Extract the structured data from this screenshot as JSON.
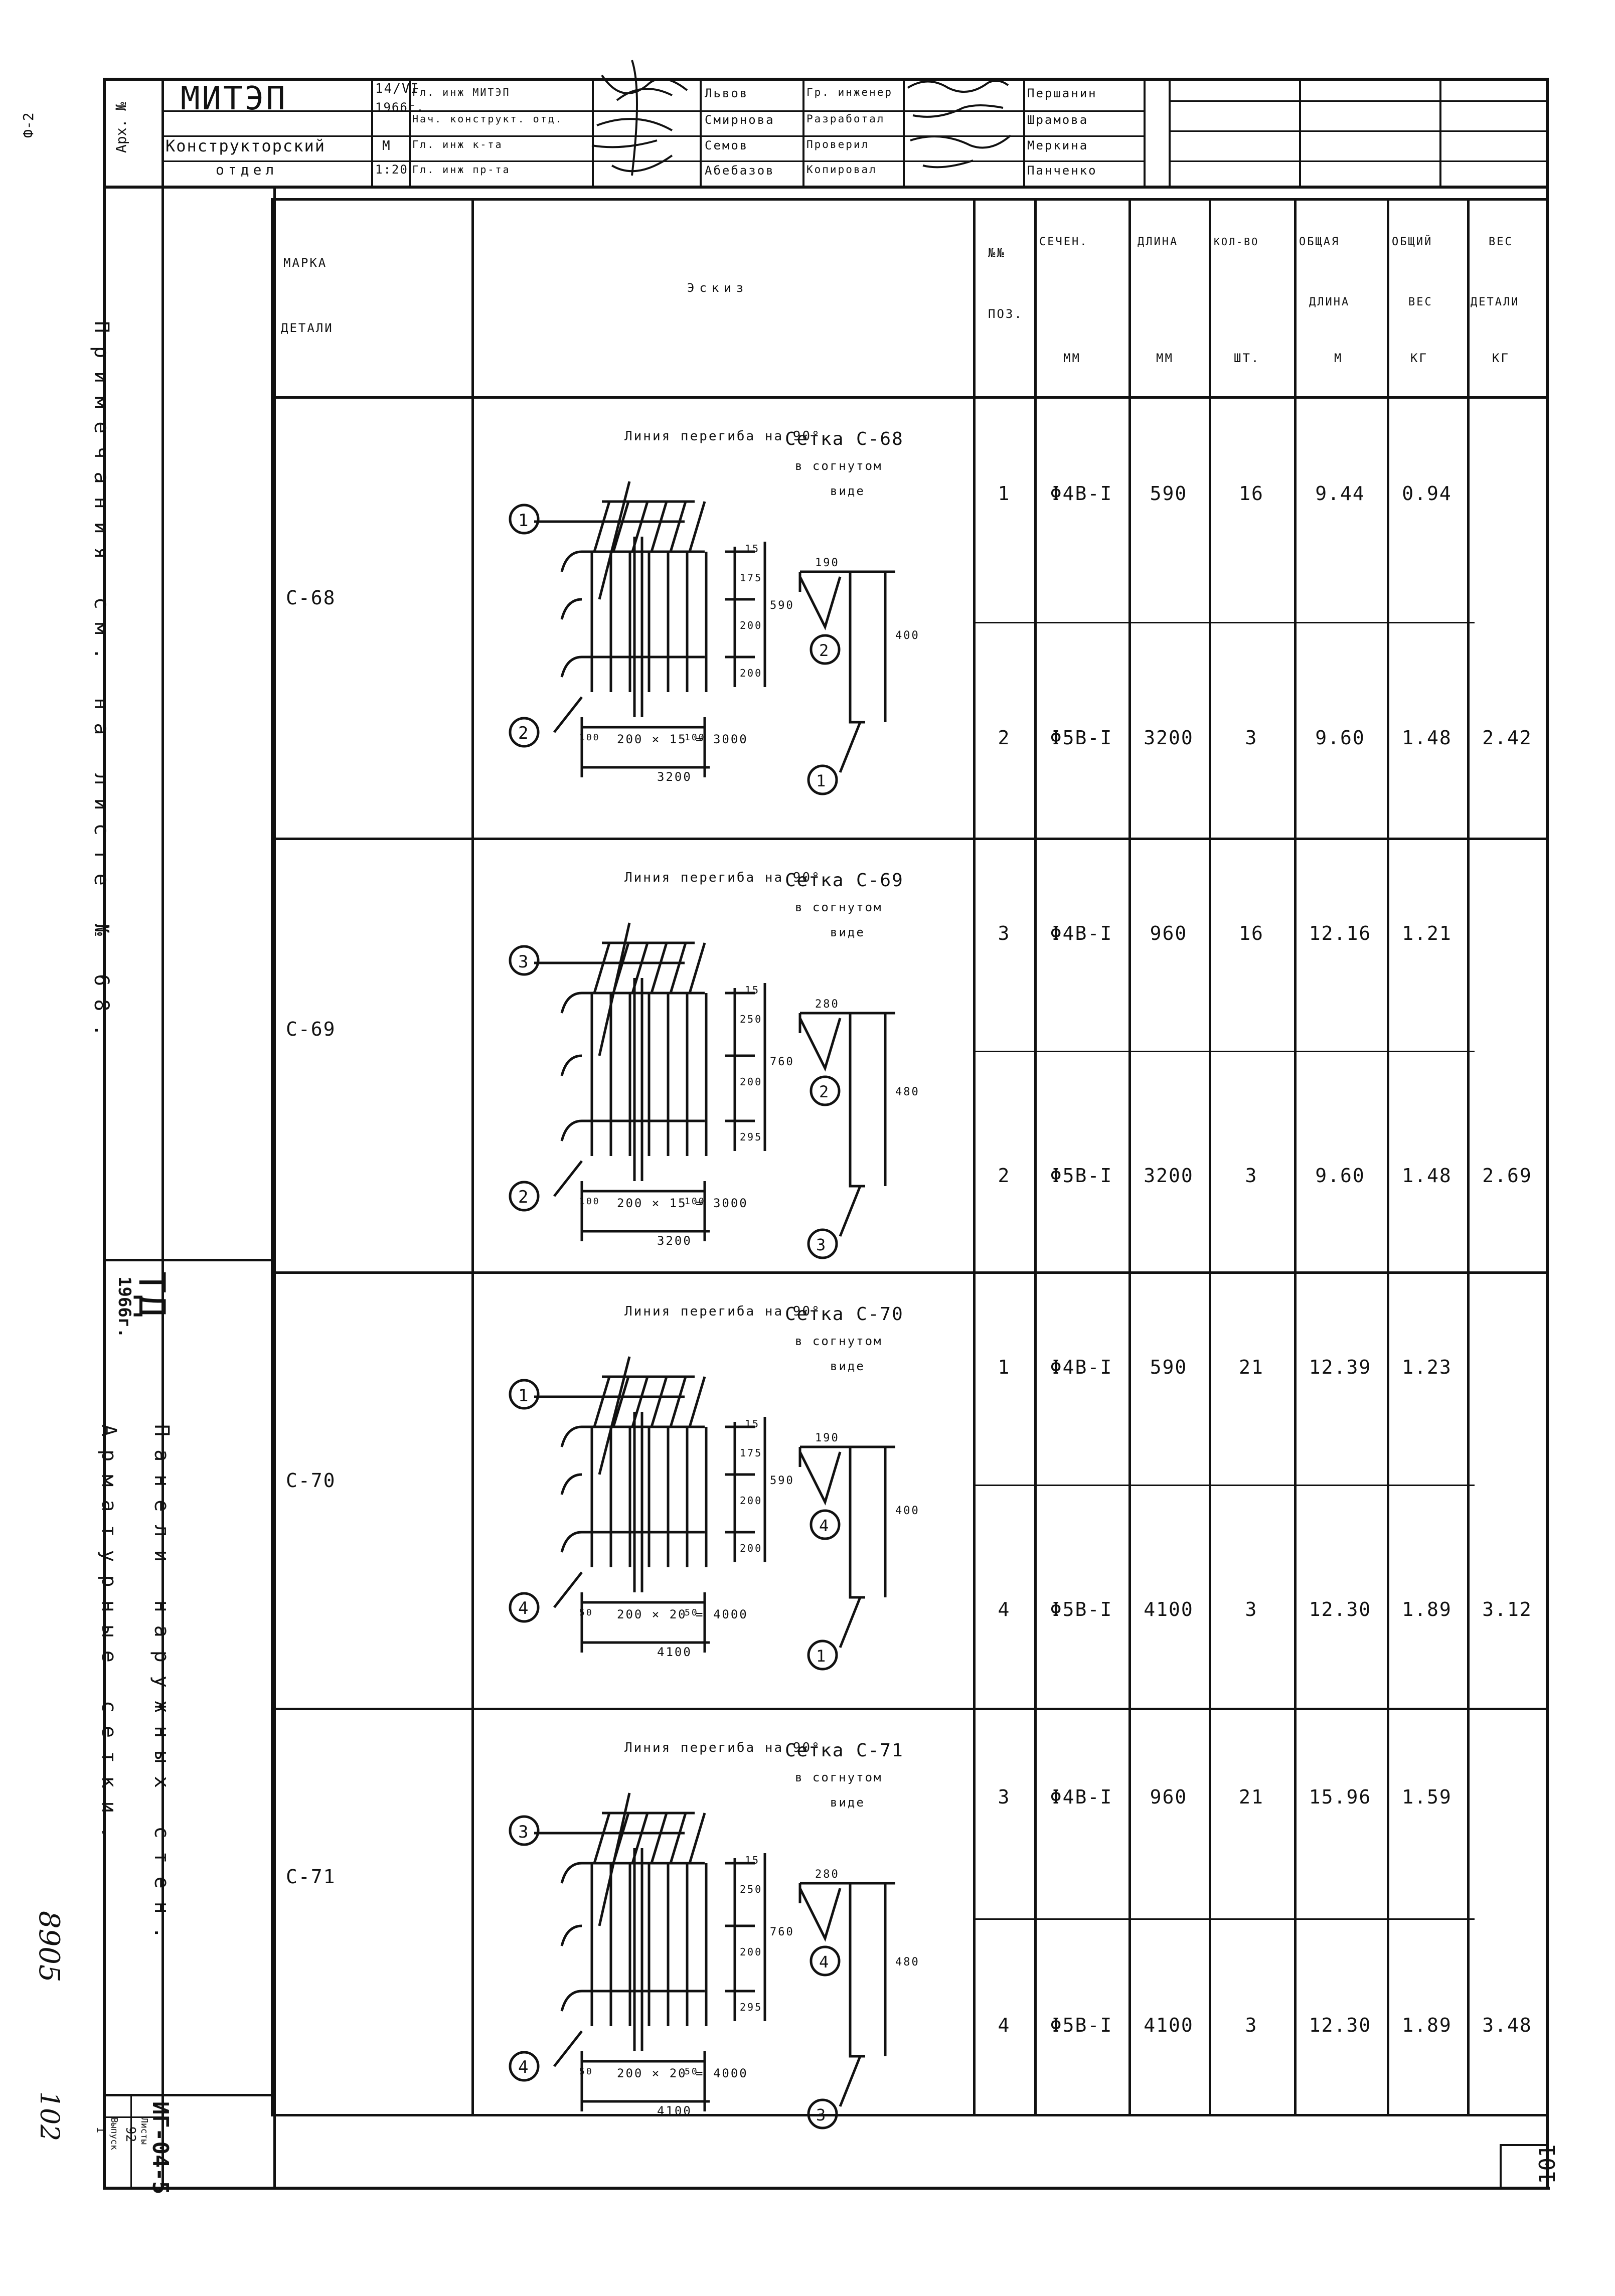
{
  "title_block": {
    "org": "МИТЭП",
    "arch_no_label": "Арх. №",
    "department": "Конструкторский отдел",
    "date1": "14/VI",
    "date2": "1966г.",
    "scale_label": "М",
    "scale": "1:20",
    "roles_left": [
      "Гл. инж МИТЭП",
      "Нач. конструкт. отд.",
      "Гл. инж к-та",
      "Гл. инж пр-та"
    ],
    "names_left": [
      "Львов",
      "Смирнова",
      "Семов",
      "Абебазов"
    ],
    "roles_right": [
      "Гр. инженер",
      "Разработал",
      "Проверил",
      "Копировал"
    ],
    "names_right": [
      "Першанин",
      "Шрамова",
      "Меркина",
      "Панченко"
    ],
    "sheet_mark": "Ф-2"
  },
  "sidebar": {
    "notes": "Примечания см. на листе № 68.",
    "series": "ТД",
    "year": "1966г.",
    "title1": "Панели наружных стен.",
    "title2": "Арматурные сетки.",
    "code": "ИГ-04-5",
    "issue_label": "Выпуск",
    "issue": "1",
    "sheet_label": "Листы",
    "sheet": "92",
    "archive_no": "8905",
    "page_hand": "102"
  },
  "table": {
    "headers": [
      "Марка детали",
      "Эскиз",
      "№№ поз.",
      "Сечен. мм",
      "Длина мм",
      "Кол-во шт.",
      "Общая длина м",
      "Общий вес кг",
      "Вес детали кг"
    ],
    "rows": [
      {
        "mark": "С-68",
        "pos": "1",
        "sec": "Φ4В-I",
        "len": "590",
        "qty": "16",
        "total_len": "9.44",
        "total_w": "0.94",
        "detail_w": ""
      },
      {
        "mark": "",
        "pos": "2",
        "sec": "Φ5В-I",
        "len": "3200",
        "qty": "3",
        "total_len": "9.60",
        "total_w": "1.48",
        "detail_w": "2.42"
      },
      {
        "mark": "С-69",
        "pos": "3",
        "sec": "Φ4В-I",
        "len": "960",
        "qty": "16",
        "total_len": "12.16",
        "total_w": "1.21",
        "detail_w": ""
      },
      {
        "mark": "",
        "pos": "2",
        "sec": "Φ5В-I",
        "len": "3200",
        "qty": "3",
        "total_len": "9.60",
        "total_w": "1.48",
        "detail_w": "2.69"
      },
      {
        "mark": "С-70",
        "pos": "1",
        "sec": "Φ4В-I",
        "len": "590",
        "qty": "21",
        "total_len": "12.39",
        "total_w": "1.23",
        "detail_w": ""
      },
      {
        "mark": "",
        "pos": "4",
        "sec": "Φ5В-I",
        "len": "4100",
        "qty": "3",
        "total_len": "12.30",
        "total_w": "1.89",
        "detail_w": "3.12"
      },
      {
        "mark": "С-71",
        "pos": "3",
        "sec": "Φ4В-I",
        "len": "960",
        "qty": "21",
        "total_len": "15.96",
        "total_w": "1.59",
        "detail_w": ""
      },
      {
        "mark": "",
        "pos": "4",
        "sec": "Φ5В-I",
        "len": "4100",
        "qty": "3",
        "total_len": "12.30",
        "total_w": "1.89",
        "detail_w": "3.48"
      }
    ]
  },
  "sketches": [
    {
      "bend": "Линия перегиба на 90°",
      "title": "Сетка С-68",
      "sub1": "в согнутом",
      "sub2": "виде",
      "p_top": "1",
      "p_bot": "2",
      "c1": "2",
      "c2": "1",
      "d_top": "15",
      "d_a": "175",
      "d_b": "200",
      "d_c": "200",
      "d_total": "590",
      "w_top": "190",
      "h_side": "400",
      "edge": "100",
      "span": "200 × 15 = 3000",
      "total": "3200"
    },
    {
      "bend": "Линия перегиба на 90°",
      "title": "Сетка С-69",
      "sub1": "в согнутом",
      "sub2": "виде",
      "p_top": "3",
      "p_bot": "2",
      "c1": "2",
      "c2": "3",
      "d_top": "15",
      "d_a": "250",
      "d_b": "200",
      "d_c": "295",
      "d_total": "760",
      "w_top": "280",
      "h_side": "480",
      "edge": "100",
      "span": "200 × 15 = 3000",
      "total": "3200"
    },
    {
      "bend": "Линия перегиба на 90°",
      "title": "Сетка С-70",
      "sub1": "в согнутом",
      "sub2": "виде",
      "p_top": "1",
      "p_bot": "4",
      "c1": "4",
      "c2": "1",
      "d_top": "15",
      "d_a": "175",
      "d_b": "200",
      "d_c": "200",
      "d_total": "590",
      "w_top": "190",
      "h_side": "400",
      "edge": "50",
      "span": "200 × 20 = 4000",
      "total": "4100"
    },
    {
      "bend": "Линия перегиба на 90°",
      "title": "Сетка С-71",
      "sub1": "в согнутом",
      "sub2": "виде",
      "p_top": "3",
      "p_bot": "4",
      "c1": "4",
      "c2": "3",
      "d_top": "15",
      "d_a": "250",
      "d_b": "200",
      "d_c": "295",
      "d_total": "760",
      "w_top": "280",
      "h_side": "480",
      "edge": "50",
      "span": "200 × 20 = 4000",
      "total": "4100"
    }
  ],
  "page_number": "101"
}
